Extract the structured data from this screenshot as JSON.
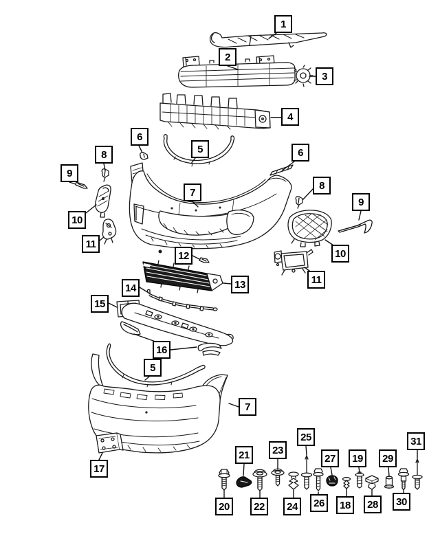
{
  "colors": {
    "background": "#ffffff",
    "line": "#1a1a1a",
    "dark_fill": "#1c1c1c",
    "callout_border": "#000000",
    "callout_text": "#000000"
  },
  "callouts": [
    {
      "name": "callout-1",
      "label": "1"
    },
    {
      "name": "callout-2",
      "label": "2"
    },
    {
      "name": "callout-3",
      "label": "3"
    },
    {
      "name": "callout-4",
      "label": "4"
    },
    {
      "name": "callout-6-left",
      "label": "6"
    },
    {
      "name": "callout-5-upper",
      "label": "5"
    },
    {
      "name": "callout-6-right",
      "label": "6"
    },
    {
      "name": "callout-8-left",
      "label": "8"
    },
    {
      "name": "callout-9-left",
      "label": "9"
    },
    {
      "name": "callout-8-right",
      "label": "8"
    },
    {
      "name": "callout-7-upper",
      "label": "7"
    },
    {
      "name": "callout-9-right",
      "label": "9"
    },
    {
      "name": "callout-10-left",
      "label": "10"
    },
    {
      "name": "callout-11-left",
      "label": "11"
    },
    {
      "name": "callout-10-right",
      "label": "10"
    },
    {
      "name": "callout-12",
      "label": "12"
    },
    {
      "name": "callout-11-right",
      "label": "11"
    },
    {
      "name": "callout-13",
      "label": "13"
    },
    {
      "name": "callout-14",
      "label": "14"
    },
    {
      "name": "callout-15",
      "label": "15"
    },
    {
      "name": "callout-16",
      "label": "16"
    },
    {
      "name": "callout-5-lower",
      "label": "5"
    },
    {
      "name": "callout-7-lower",
      "label": "7"
    },
    {
      "name": "callout-17",
      "label": "17"
    },
    {
      "name": "callout-20",
      "label": "20"
    },
    {
      "name": "callout-21",
      "label": "21"
    },
    {
      "name": "callout-22",
      "label": "22"
    },
    {
      "name": "callout-23",
      "label": "23"
    },
    {
      "name": "callout-24",
      "label": "24"
    },
    {
      "name": "callout-25",
      "label": "25"
    },
    {
      "name": "callout-26",
      "label": "26"
    },
    {
      "name": "callout-27",
      "label": "27"
    },
    {
      "name": "callout-18",
      "label": "18"
    },
    {
      "name": "callout-19",
      "label": "19"
    },
    {
      "name": "callout-28",
      "label": "28"
    },
    {
      "name": "callout-29",
      "label": "29"
    },
    {
      "name": "callout-30",
      "label": "30"
    },
    {
      "name": "callout-31",
      "label": "31"
    }
  ]
}
